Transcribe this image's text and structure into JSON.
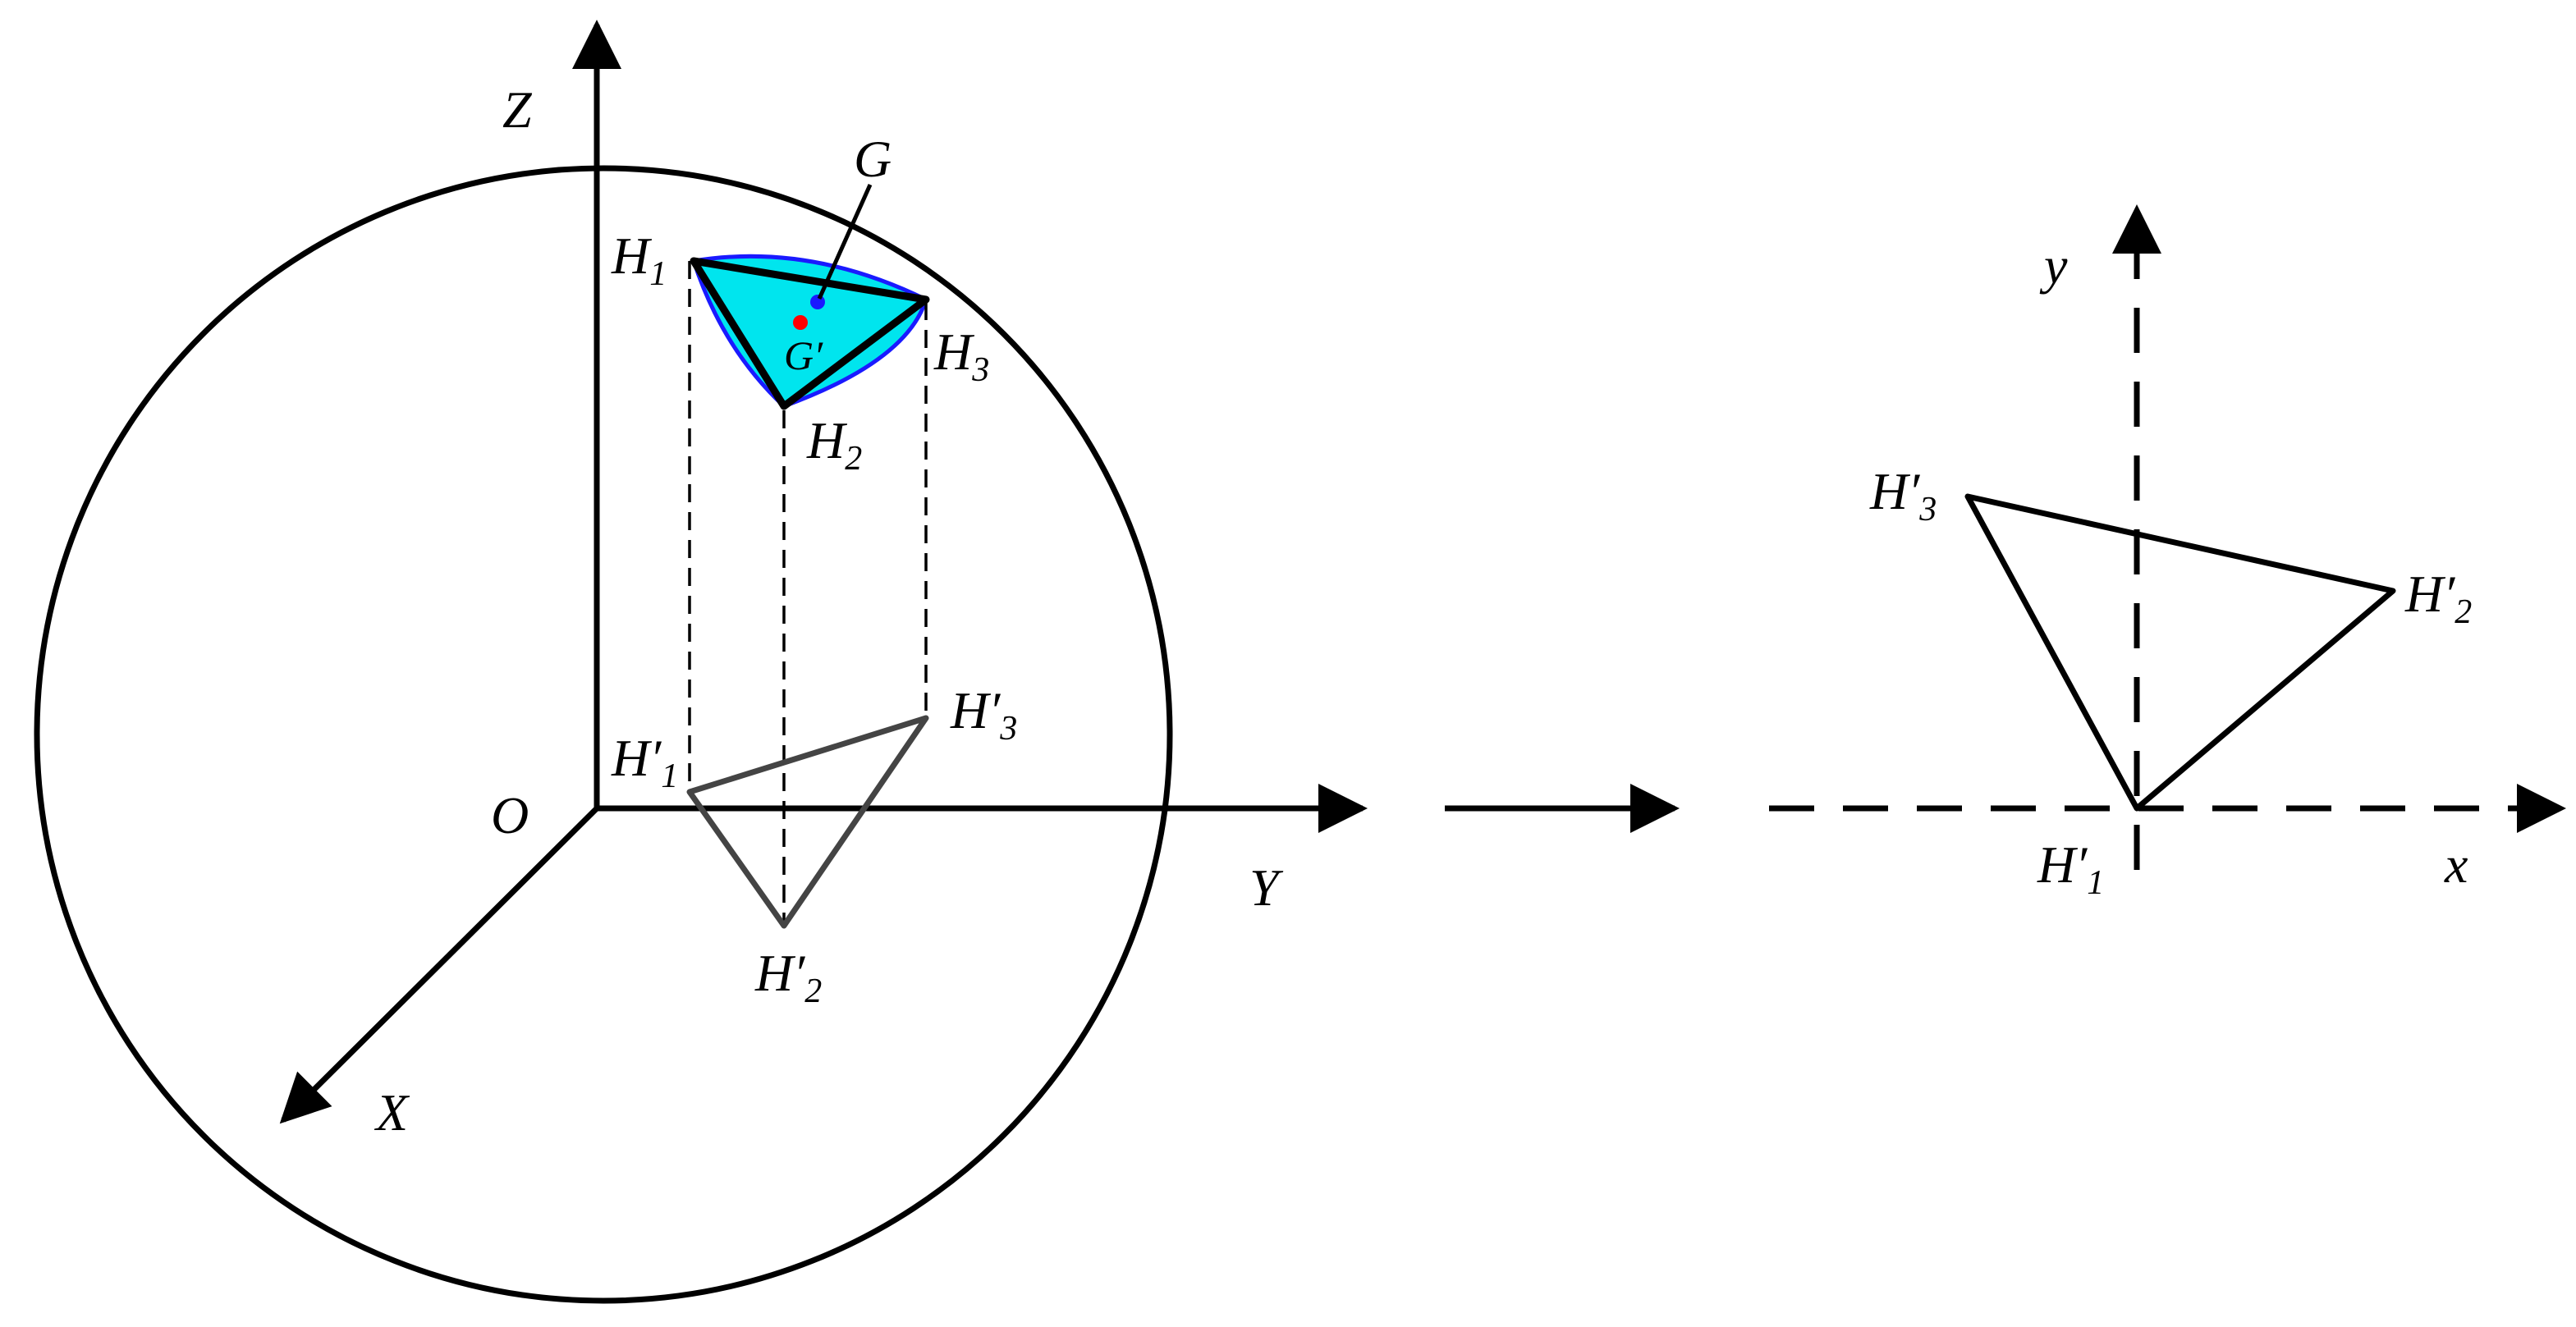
{
  "colors": {
    "stroke": "#000000",
    "projection_stroke": "#444444",
    "patch_fill": "#00e5ee",
    "arc_stroke": "#1a1aff",
    "G_dot": "#1a1aff",
    "Gprime_dot": "#ff0000"
  },
  "left_panel": {
    "axes": {
      "Z": "Z",
      "Y": "Y",
      "X": "X",
      "origin": "O"
    },
    "points": {
      "H1": {
        "base": "H",
        "sub": "1"
      },
      "H2": {
        "base": "H",
        "sub": "2"
      },
      "H3": {
        "base": "H",
        "sub": "3"
      },
      "G": "G",
      "Gprime": "G′"
    },
    "projections": {
      "H1p": {
        "base": "H′",
        "sub": "1"
      },
      "H2p": {
        "base": "H′",
        "sub": "2"
      },
      "H3p": {
        "base": "H′",
        "sub": "3"
      }
    }
  },
  "right_panel": {
    "axes": {
      "x": "x",
      "y": "y"
    },
    "points": {
      "H1p": {
        "base": "H′",
        "sub": "1"
      },
      "H2p": {
        "base": "H′",
        "sub": "2"
      },
      "H3p": {
        "base": "H′",
        "sub": "3"
      }
    }
  }
}
